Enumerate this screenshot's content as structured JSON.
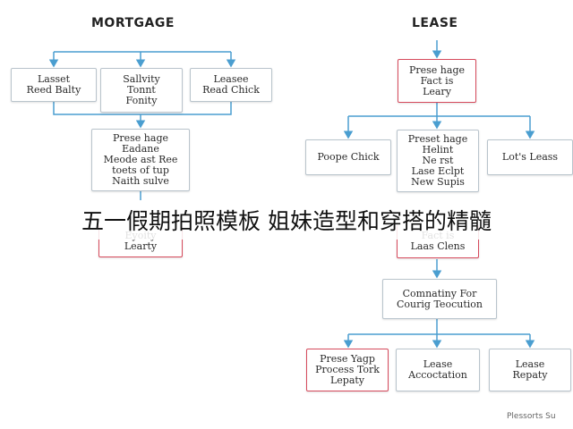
{
  "mortgage": {
    "title": "MORTGAGE",
    "box_1": [
      "Lasset",
      "Reed Balty"
    ],
    "box_2": [
      "Sallvity",
      "Tonnt",
      "Fonity"
    ],
    "box_3": [
      "Leasee",
      "Read Chick"
    ],
    "box_center": [
      "Prese hage",
      "Eadane",
      "Meode ast Ree",
      "toets of tup",
      "Naith sulve"
    ],
    "box_bottom": [
      "Eyoity",
      "Learty"
    ]
  },
  "lease": {
    "title": "LEASE",
    "box_top": [
      "Prese hage",
      "Fact is",
      "Leary"
    ],
    "box_left": [
      "Poope Chick"
    ],
    "box_center": [
      "Preset hage",
      "Helint",
      "Ne rst",
      "Lase Eclpt",
      "New Supis"
    ],
    "box_right": [
      "Lot's Leass"
    ],
    "box_mid": [
      "Fact is",
      "Laas Clens"
    ],
    "box_comm": [
      "Comnatiny For",
      "Courig Teocution"
    ],
    "box_b1": [
      "Prese Yagp",
      "Process Tork",
      "Lepaty"
    ],
    "box_b2": [
      "Lease",
      "Accoctation"
    ],
    "box_b3": [
      "Lease",
      "Repaty"
    ]
  },
  "banner": {
    "text": "五一假期拍照模板 姐妹造型和穿搭的精髓"
  },
  "watermark": {
    "text": "Plessorts Su"
  },
  "colors": {
    "connector": "#4a9ed0",
    "box_border": "#b9c4cc",
    "highlight_border": "#d64a5c"
  }
}
